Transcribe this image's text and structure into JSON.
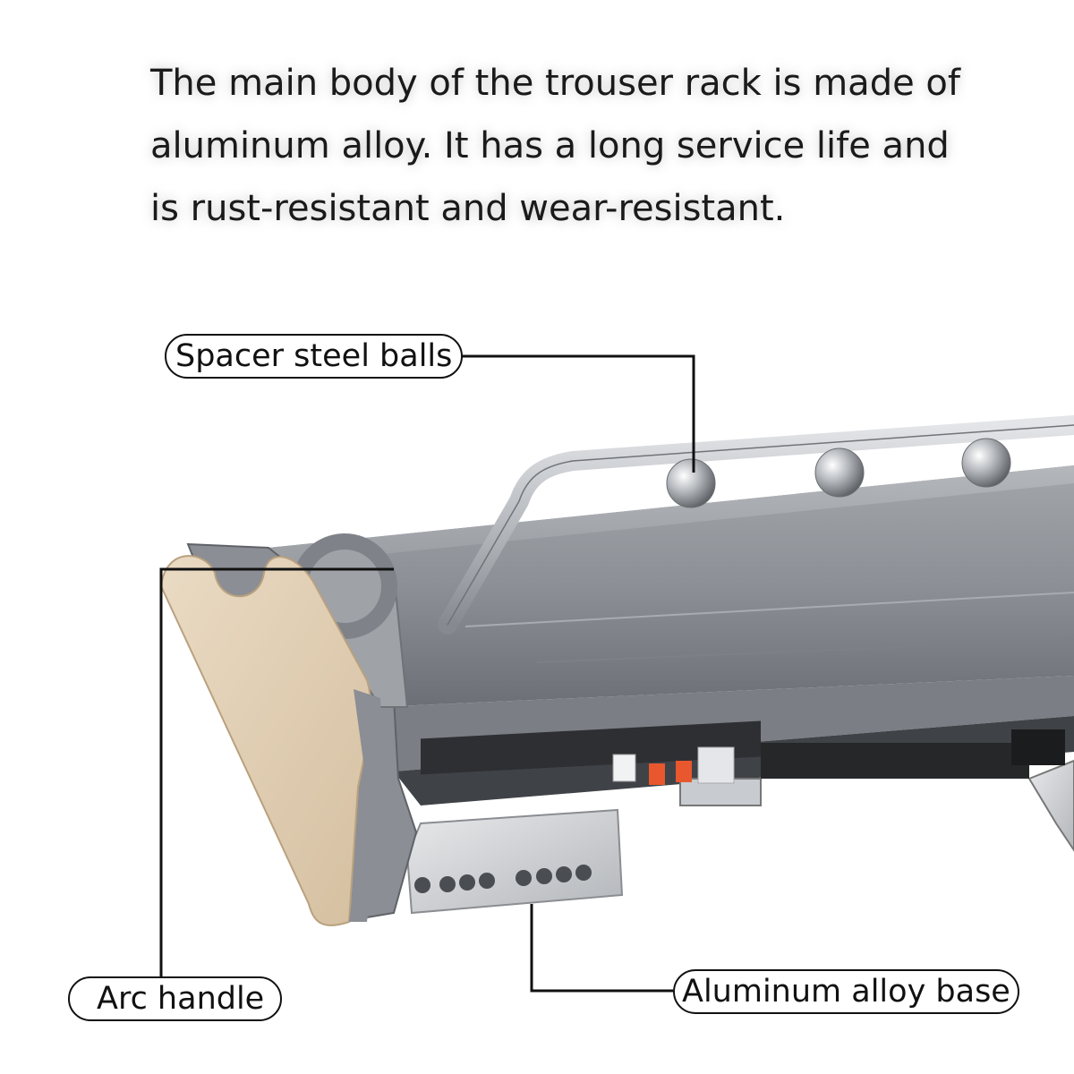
{
  "description": {
    "line1": "The main body of the trouser rack is made of",
    "line2": "aluminum alloy. It has a long service life and",
    "line3": "is rust-resistant and wear-resistant."
  },
  "callouts": {
    "spacer": "Spacer steel balls",
    "handle": "Arc handle",
    "base": "Aluminum alloy base"
  },
  "colors": {
    "rail": "#8e9197",
    "rail_dark": "#6f7278",
    "handle_face": "#e4d2b8",
    "accent": "#e8572e"
  }
}
